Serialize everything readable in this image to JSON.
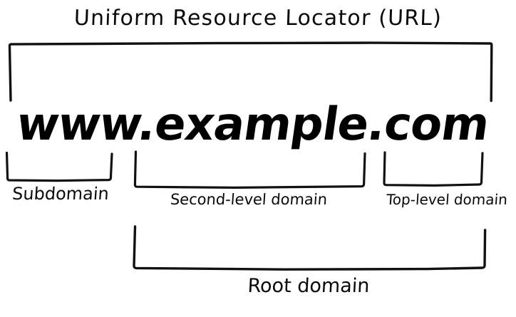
{
  "diagram": {
    "title": "Uniform Resource Locator (URL)",
    "url": "www.example.com",
    "style": {
      "ink_color": "#111111",
      "background_color": "#ffffff"
    },
    "segments": [
      {
        "key": "subdomain",
        "label": "Subdomain",
        "value": "www"
      },
      {
        "key": "second_level",
        "label": "Second-level domain",
        "value": "example"
      },
      {
        "key": "top_level",
        "label": "Top-level domain",
        "value": "com"
      }
    ],
    "groupings": [
      {
        "key": "url",
        "label": "Uniform Resource Locator (URL)",
        "covers": "www.example.com",
        "position": "above"
      },
      {
        "key": "root",
        "label": "Root domain",
        "covers": "example.com",
        "position": "below"
      }
    ]
  }
}
